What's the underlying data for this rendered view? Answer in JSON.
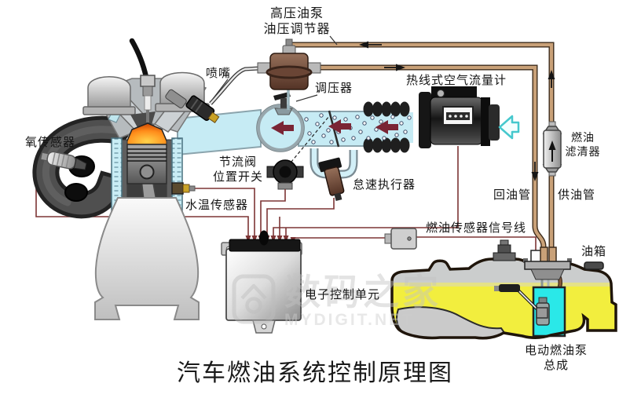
{
  "title": "汽车燃油系统控制原理图",
  "watermark": {
    "cn": "数码之家",
    "en": "MYDIGIT.NET"
  },
  "labels": {
    "hp_pump_line1": "高压油泵",
    "hp_pump_line2": "油压调节器",
    "injector": "喷嘴",
    "regulator": "调压器",
    "air_flow_meter": "热线式空气流量计",
    "oxygen_sensor": "氧传感器",
    "throttle_switch_line1": "节流阀",
    "throttle_switch_line2": "位置开关",
    "idle_actuator": "怠速执行器",
    "water_temp_sensor": "水温传感器",
    "fuel_filter_line1": "燃油",
    "fuel_filter_line2": "滤清器",
    "return_pipe": "回油管",
    "supply_pipe": "供油管",
    "fuel_sensor_signal": "燃油传感器信号线",
    "fuel_tank": "油箱",
    "ecu": "电子控制单元",
    "fuel_pump_line1": "电动燃油泵",
    "fuel_pump_line2": "总成"
  },
  "colors": {
    "pipe_tan": "#c9a178",
    "wire_maroon": "#7d3535",
    "coolant_blue": "#c6ebf4",
    "fuel_yellow": "#f2ee3e",
    "pump_cyan": "#2ae8e8",
    "flow_arrow_red": "#7a2535",
    "hollow_arrow_cyan": "#46c8cd"
  }
}
